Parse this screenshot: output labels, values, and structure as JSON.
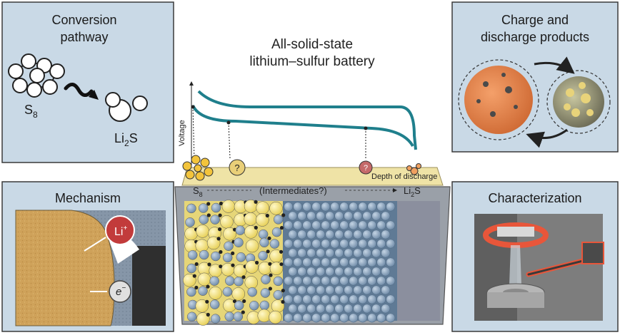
{
  "center": {
    "title_line1": "All-solid-state",
    "title_line2": "lithium–sulfur battery",
    "voltage_label": "Voltage",
    "depth_label": "Depth of discharge",
    "start_label": "S",
    "start_sub": "8",
    "intermediates_label": "(Intermediates?)",
    "end_label_a": "Li",
    "end_label_sub": "2",
    "end_label_b": "S",
    "question_mark": "?"
  },
  "panels": {
    "conversion": {
      "title_line1": "Conversion",
      "title_line2": "pathway",
      "s8_main": "S",
      "s8_sub": "8",
      "li2s_a": "Li",
      "li2s_sub": "2",
      "li2s_b": "S"
    },
    "products": {
      "title_line1": "Charge and",
      "title_line2": "discharge products"
    },
    "mechanism": {
      "title": "Mechanism",
      "li_label": "Li",
      "li_charge": "+",
      "e_label": "e",
      "e_charge": "−"
    },
    "characterization": {
      "title": "Characterization"
    }
  },
  "colors": {
    "panel_bg": "#c9d9e6",
    "panel_border": "#3a3a3a",
    "curve": "#1f7f8c",
    "sulfur": "#f2e27a",
    "electrolyte": "#7f9ab3",
    "orange": "#e08a4c",
    "laser": "#e8563a"
  }
}
